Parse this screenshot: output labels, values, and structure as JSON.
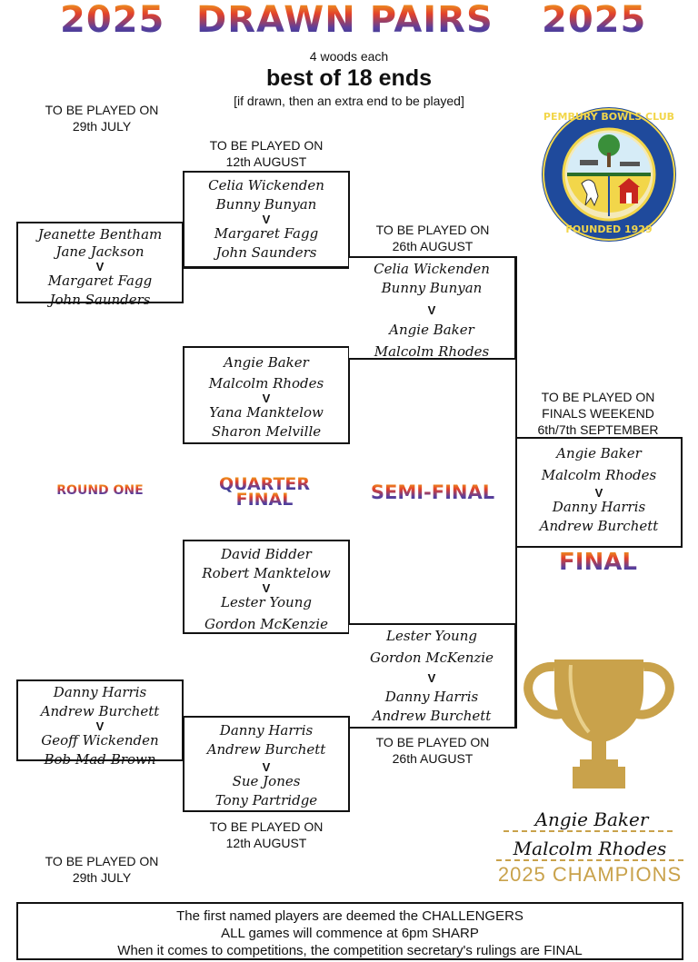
{
  "header": {
    "year_left": "2025",
    "title": "DRAWN PAIRS",
    "year_right": "2025",
    "subtitle1": "4 woods each",
    "subtitle2": "best of 18 ends",
    "subtitle3": "[if drawn, then an extra end to be played]"
  },
  "club_logo": {
    "top_text": "PEMBURY BOWLS CLUB",
    "bottom_text": "FOUNDED 1929"
  },
  "dates": {
    "r1_top": [
      "TO BE PLAYED ON",
      "29th JULY"
    ],
    "qf_top": [
      "TO BE PLAYED ON",
      "12th AUGUST"
    ],
    "sf_top": [
      "TO BE PLAYED ON",
      "26th AUGUST"
    ],
    "final": [
      "TO BE PLAYED ON",
      "FINALS WEEKEND",
      "6th/7th SEPTEMBER"
    ],
    "sf_bottom": [
      "TO BE PLAYED ON",
      "26th AUGUST"
    ],
    "qf_bottom": [
      "TO BE PLAYED ON",
      "12th AUGUST"
    ],
    "r1_bottom": [
      "TO BE PLAYED ON",
      "29th JULY"
    ]
  },
  "rounds": {
    "round_one": "ROUND ONE",
    "quarter_final_1": "QUARTER",
    "quarter_final_2": "FINAL",
    "semi_final": "SEMI-FINAL",
    "final": "FINAL"
  },
  "matches": {
    "r1_top": {
      "a1": "Jeanette Bentham",
      "a2": "Jane Jackson",
      "v": "V",
      "b1": "Margaret Fagg",
      "b2": "John Saunders"
    },
    "qf1": {
      "a1": "Celia Wickenden",
      "a2": "Bunny Bunyan",
      "v": "V",
      "b1": "Margaret Fagg",
      "b2": "John Saunders"
    },
    "qf2": {
      "a1": "Angie Baker",
      "a2": "Malcolm Rhodes",
      "v": "V",
      "b1": "Yana Manktelow",
      "b2": "Sharon Melville"
    },
    "sf1": {
      "a1": "Celia Wickenden",
      "a2": "Bunny Bunyan",
      "v": "V",
      "b1": "Angie Baker",
      "b2": "Malcolm Rhodes"
    },
    "final": {
      "a1": "Angie Baker",
      "a2": "Malcolm Rhodes",
      "v": "V",
      "b1": "Danny Harris",
      "b2": "Andrew Burchett"
    },
    "qf3": {
      "a1": "David Bidder",
      "a2": "Robert Manktelow",
      "v": "V",
      "b1": "Lester Young",
      "b2": "Gordon McKenzie"
    },
    "sf2": {
      "a1": "Lester Young",
      "a2": "Gordon McKenzie",
      "v": "V",
      "b1": "Danny Harris",
      "b2": "Andrew Burchett"
    },
    "r1_bottom": {
      "a1": "Danny Harris",
      "a2": "Andrew Burchett",
      "v": "V",
      "b1": "Geoff Wickenden",
      "b2": "Bob Mad-Brown"
    },
    "qf4": {
      "a1": "Danny Harris",
      "a2": "Andrew Burchett",
      "v": "V",
      "b1": "Sue Jones",
      "b2": "Tony Partridge"
    }
  },
  "champions": {
    "name1": "Angie Baker",
    "name2": "Malcolm Rhodes",
    "label": "2025 CHAMPIONS"
  },
  "rules": [
    "The first named players are deemed the CHALLENGERS",
    "ALL games will commence at 6pm SHARP",
    "When it comes to competitions, the competition secretary's rulings are FINAL"
  ],
  "colors": {
    "gold": "#c9a24b",
    "logo_blue": "#1f4a9c",
    "logo_yellow": "#f2d64a"
  }
}
